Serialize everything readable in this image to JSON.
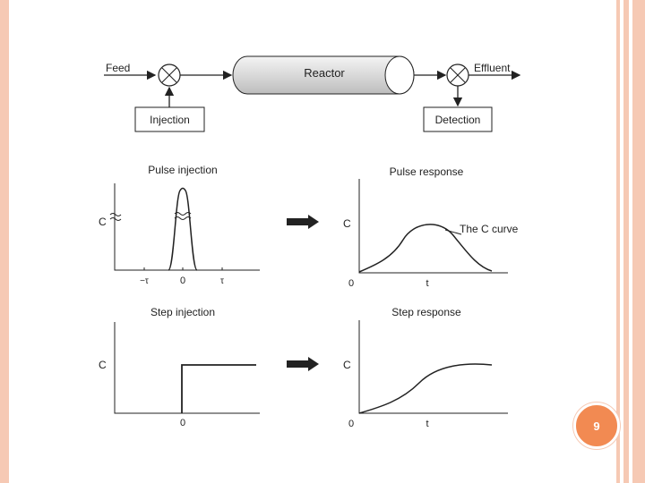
{
  "flow": {
    "feed": "Feed",
    "reactor": "Reactor",
    "effluent": "Effluent",
    "injection": "Injection",
    "detection": "Detection"
  },
  "panels": {
    "pulse_injection": {
      "title": "Pulse injection",
      "ylabel": "C",
      "tick_neg": "−τ",
      "tick_zero": "0",
      "tick_pos": "τ"
    },
    "pulse_response": {
      "title": "Pulse response",
      "ylabel": "C",
      "origin": "0",
      "xlabel": "t",
      "annotation": "The C curve"
    },
    "step_injection": {
      "title": "Step injection",
      "ylabel": "C",
      "tick_zero": "0"
    },
    "step_response": {
      "title": "Step response",
      "ylabel": "C",
      "origin": "0",
      "xlabel": "t"
    }
  },
  "page_number": "9",
  "colors": {
    "badge": "#f28a52",
    "border": "#f6c9b4"
  }
}
